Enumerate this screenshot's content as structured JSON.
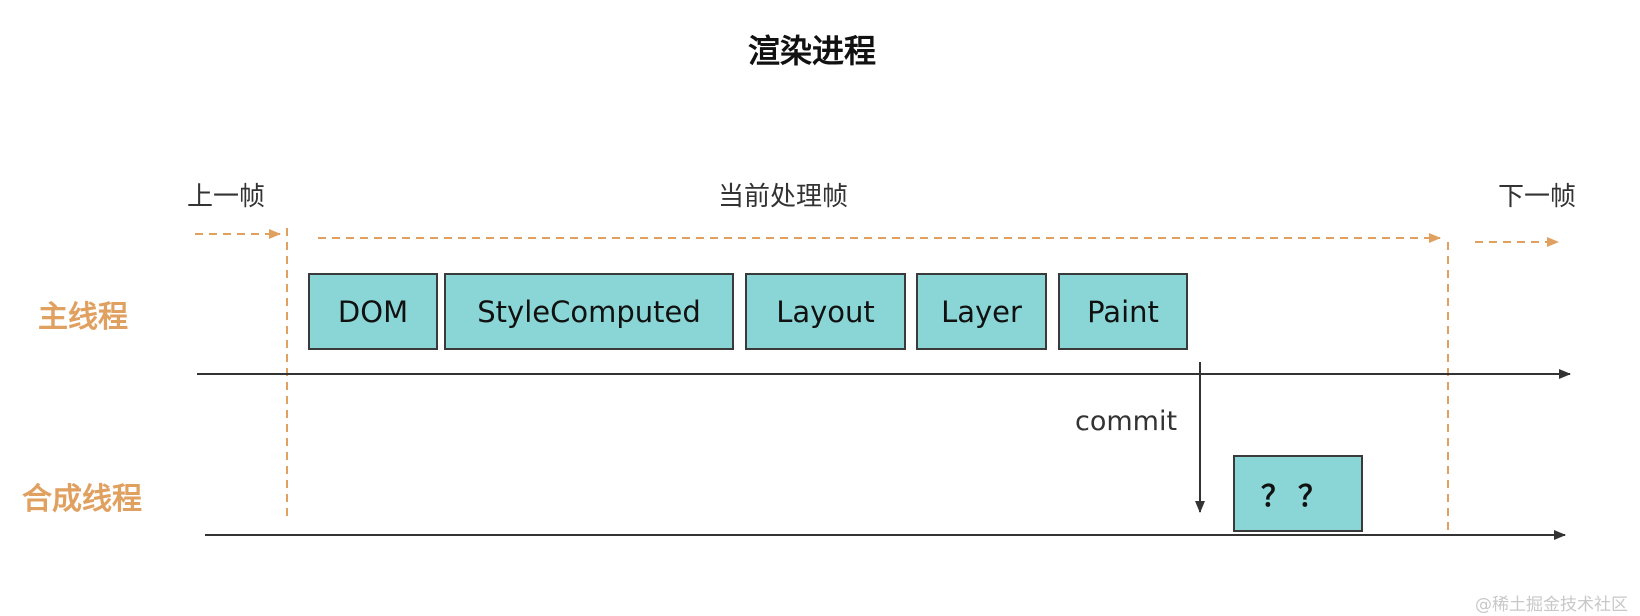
{
  "title": "渲染进程",
  "frames": {
    "prev": "上一帧",
    "current": "当前处理帧",
    "next": "下一帧"
  },
  "threads": {
    "main": "主线程",
    "compositor": "合成线程"
  },
  "main_tasks": [
    "DOM",
    "StyleComputed",
    "Layout",
    "Layer",
    "Paint"
  ],
  "commit_label": "commit",
  "compositor_task": "？？",
  "watermark": "@稀土掘金技术社区",
  "colors": {
    "accent_orange": "#e0a060",
    "task_fill": "#8ad6d6",
    "line": "#333333"
  }
}
